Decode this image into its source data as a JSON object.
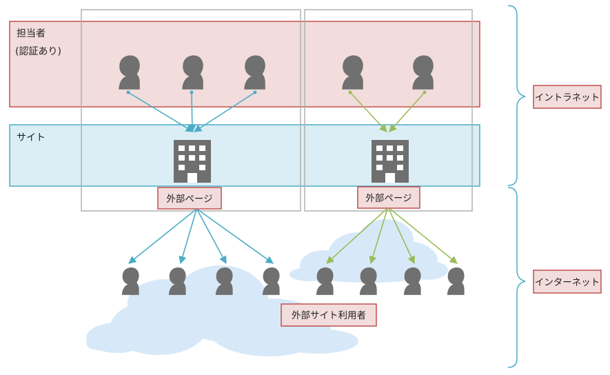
{
  "zones": {
    "staff_label_line1": "担当者",
    "staff_label_line2": "(認証あり)",
    "site_label": "サイト"
  },
  "external_page_label_left": "外部ページ",
  "external_page_label_right": "外部ページ",
  "external_users_label": "外部サイト利用者",
  "network_labels": {
    "intranet": "イントラネット",
    "internet": "インターネット"
  },
  "colors": {
    "staff_zone_fill": "#f2dcdc",
    "staff_zone_border": "#c0504d",
    "site_zone_fill": "#dbeef5",
    "site_zone_border": "#4bacc6",
    "blue_arrow": "#4bacc6",
    "green_arrow": "#9bbb59",
    "person_icon": "#707070",
    "cloud": "#d7e9f8",
    "label_box_fill": "#f2dcdc",
    "label_box_border": "#c0504d"
  },
  "icons": {
    "person": "person-icon",
    "building": "building-icon",
    "cloud": "cloud-icon",
    "brace": "brace-icon"
  }
}
